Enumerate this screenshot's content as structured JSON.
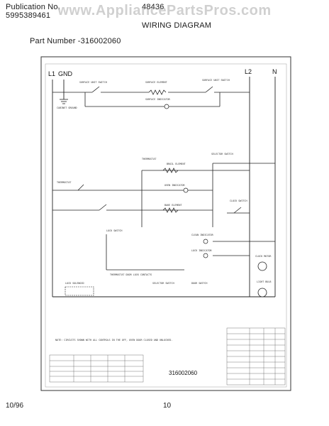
{
  "header": {
    "publication_label": "Publication No.",
    "publication_number": "5995389461",
    "model": "48436",
    "title": "WIRING DIAGRAM",
    "part_number": "Part Number -316002060"
  },
  "watermark": "www.AppliancePartsPros.com",
  "diagram": {
    "lines": {
      "l1": "L1",
      "gnd": "GND",
      "l2": "L2",
      "n": "N"
    },
    "components": {
      "surface_unit_switch": "SURFACE UNIT SWITCH",
      "surface_element": "SURFACE ELEMENT",
      "surface_indicator": "SURFACE INDICATOR",
      "surface_unit_switch_right": "SURFACE UNIT SWITCH",
      "cabinet_ground": "CABINET GROUND",
      "thermostat": "THERMOSTAT",
      "broil_element": "BROIL ELEMENT",
      "selector_switch": "SELECTOR SWITCH",
      "oven_indicator": "OVEN INDICATOR",
      "bake_element": "BAKE ELEMENT",
      "clock_switch": "CLOCK SWITCH",
      "clean_indicator": "CLEAN INDICATOR",
      "lock_indicator": "LOCK INDICATOR",
      "clock_motor": "CLOCK MOTOR",
      "lock_switch": "LOCK SWITCH",
      "thermostat_door_lock": "THERMOSTAT DOOR LOCK CONTACTS",
      "selector_switch_bottom": "SELECTOR SWITCH",
      "door_switch": "DOOR SWITCH",
      "light_bulb": "LIGHT BULB",
      "lock_solenoid": "LOCK SOLENOID",
      "thermostat_left": "THERMOSTAT"
    },
    "note": "NOTE: CIRCUITS SHOWN WITH ALL CONTROLS IN THE OFF, OVEN DOOR CLOSED AND UNLOCKED.",
    "drawing_number": "316002060"
  },
  "footer": {
    "date": "10/96",
    "page": "10"
  }
}
